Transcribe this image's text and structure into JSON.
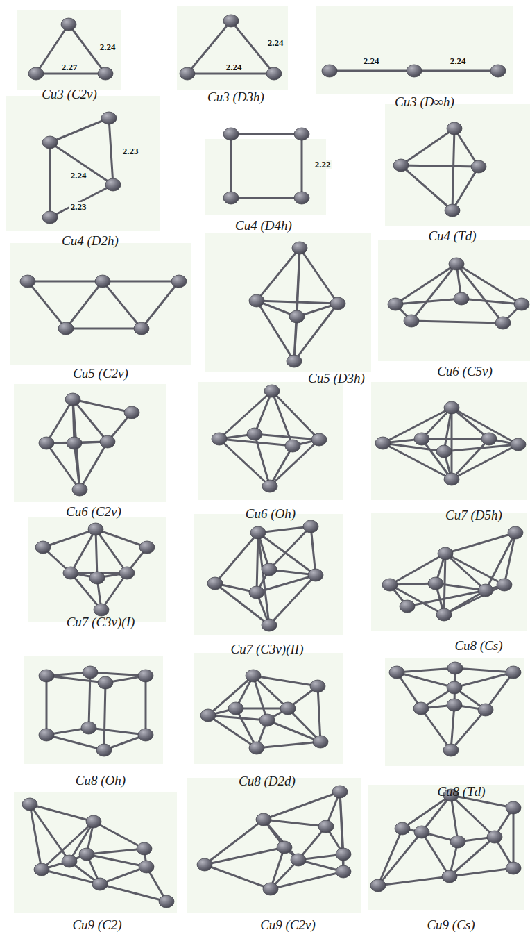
{
  "diagram": {
    "labels": [
      "2.24",
      "2.27",
      "Cu3 (C2v)",
      "2.24",
      "2.24",
      "Cu3 (D3h)",
      "2.24",
      "2.24",
      "Cu3 (D∞h)",
      "2.23",
      "2.24",
      "2.23",
      "Cu4 (D2h)",
      "2.22",
      "Cu4 (D4h)",
      "Cu4 (Td)",
      "Cu5 (C2v)",
      "Cu5 (D3h)",
      "Cu6 (C5v)",
      "Cu6 (C2v)",
      "Cu6 (Oh)",
      "Cu7 (D5h)",
      "Cu7 (C3v)(I)",
      "Cu7 (C3v)(II)",
      "Cu8 (Cs)",
      "Cu8 (Oh)",
      "Cu8 (D2d)",
      "Cu8 (Td)",
      "Cu9 (C2)",
      "Cu9 (C2v)",
      "Cu9 (Cs)"
    ]
  }
}
